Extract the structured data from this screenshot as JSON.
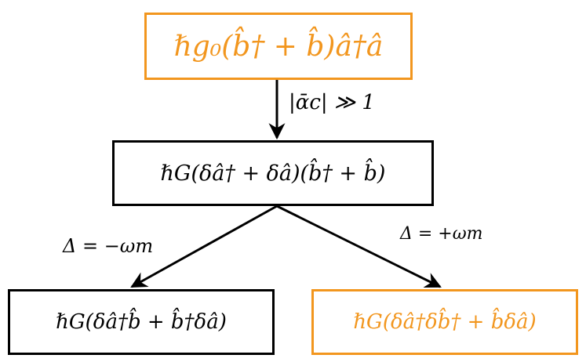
{
  "diagram": {
    "top_box": {
      "text": "ℏg₀(b̂† + b̂)â†â",
      "color": "#f2961e"
    },
    "condition_label": "|ᾱc| ≫ 1",
    "middle_box": {
      "text": "ℏG(δâ† + δâ)(b̂† + b̂)",
      "color": "#000000"
    },
    "left_branch_label": "Δ = −ωm",
    "right_branch_label": "Δ = +ωm",
    "bottom_left_box": {
      "text": "ℏG(δâ†b̂ + b̂†δâ)",
      "color": "#000000"
    },
    "bottom_right_box": {
      "text": "ℏG(δâ†δb̂† + b̂δâ)",
      "color": "#f2961e"
    }
  }
}
